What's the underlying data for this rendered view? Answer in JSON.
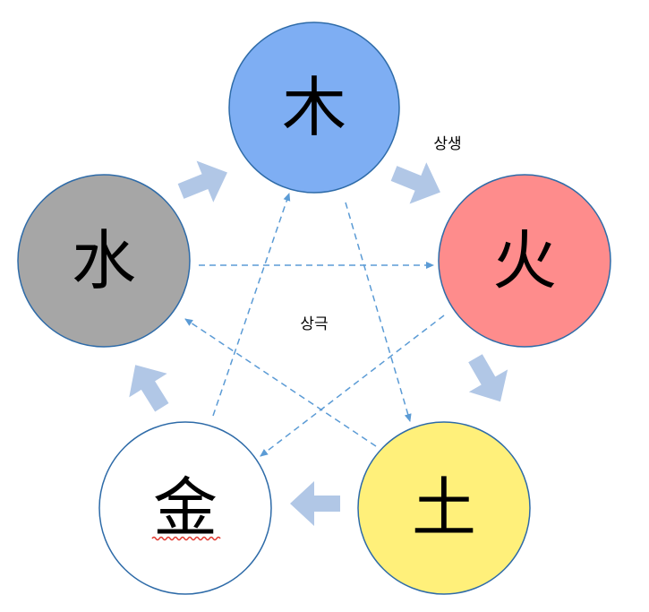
{
  "elements": {
    "wood": {
      "glyph": "木",
      "fill": "#7eaef3"
    },
    "fire": {
      "glyph": "火",
      "fill": "#fe8c8c"
    },
    "earth": {
      "glyph": "土",
      "fill": "#fff07a"
    },
    "metal": {
      "glyph": "金",
      "fill": "#ffffff"
    },
    "water": {
      "glyph": "水",
      "fill": "#a6a6a6"
    }
  },
  "labels": {
    "generating": "상생",
    "overcoming": "상극"
  },
  "colors": {
    "circle_stroke": "#2e6ba8",
    "generating_arrow": "#b1c7e6",
    "overcoming_arrow": "#5b9bd5",
    "spellcheck_underline": "#e0372e"
  }
}
